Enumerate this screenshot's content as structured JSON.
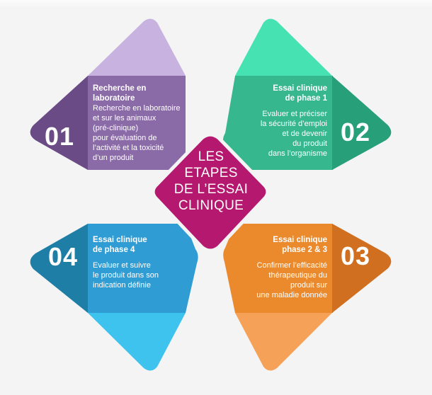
{
  "center": {
    "lines": [
      "LES",
      "ETAPES",
      "DE L’ESSAI",
      "CLINIQUE"
    ]
  },
  "steps": [
    {
      "number": "01",
      "title_lines": [
        "Recherche en",
        "laboratoire"
      ],
      "desc_lines": [
        "Recherche en laboratoire",
        "et sur les animaux",
        "(pré-clinique)",
        "pour évaluation de",
        "l’activité et la toxicité",
        "d’un produit"
      ]
    },
    {
      "number": "02",
      "title_lines": [
        "Essai clinique",
        "de phase 1"
      ],
      "desc_lines": [
        "Evaluer et préciser",
        "la sécurité d’emploi",
        "et de devenir",
        "du produit",
        "dans l’organisme"
      ]
    },
    {
      "number": "03",
      "title_lines": [
        "Essai clinique",
        "phase 2 & 3"
      ],
      "desc_lines": [
        "Confirmer l’efficacité",
        "thérapeutique du",
        "produit sur",
        "une maladie donnée"
      ]
    },
    {
      "number": "04",
      "title_lines": [
        "Essai clinique",
        "de phase 4"
      ],
      "desc_lines": [
        "Evaluer et suivre",
        "le produit dans son",
        "indication définie"
      ]
    }
  ],
  "colors": {
    "purple_light": "#c8b2e0",
    "purple": "#8b6aa8",
    "purple_dark": "#6a4b86",
    "green_light": "#46e2b1",
    "green": "#36b78e",
    "green_dark": "#279f79",
    "orange_light": "#f5a157",
    "orange": "#ea8a2d",
    "orange_dark": "#d06f1f",
    "blue_light": "#3ec3ef",
    "blue": "#2f9dd4",
    "blue_dark": "#1f7ea6",
    "center": "#b4186f",
    "background": "#f4f4f5"
  }
}
